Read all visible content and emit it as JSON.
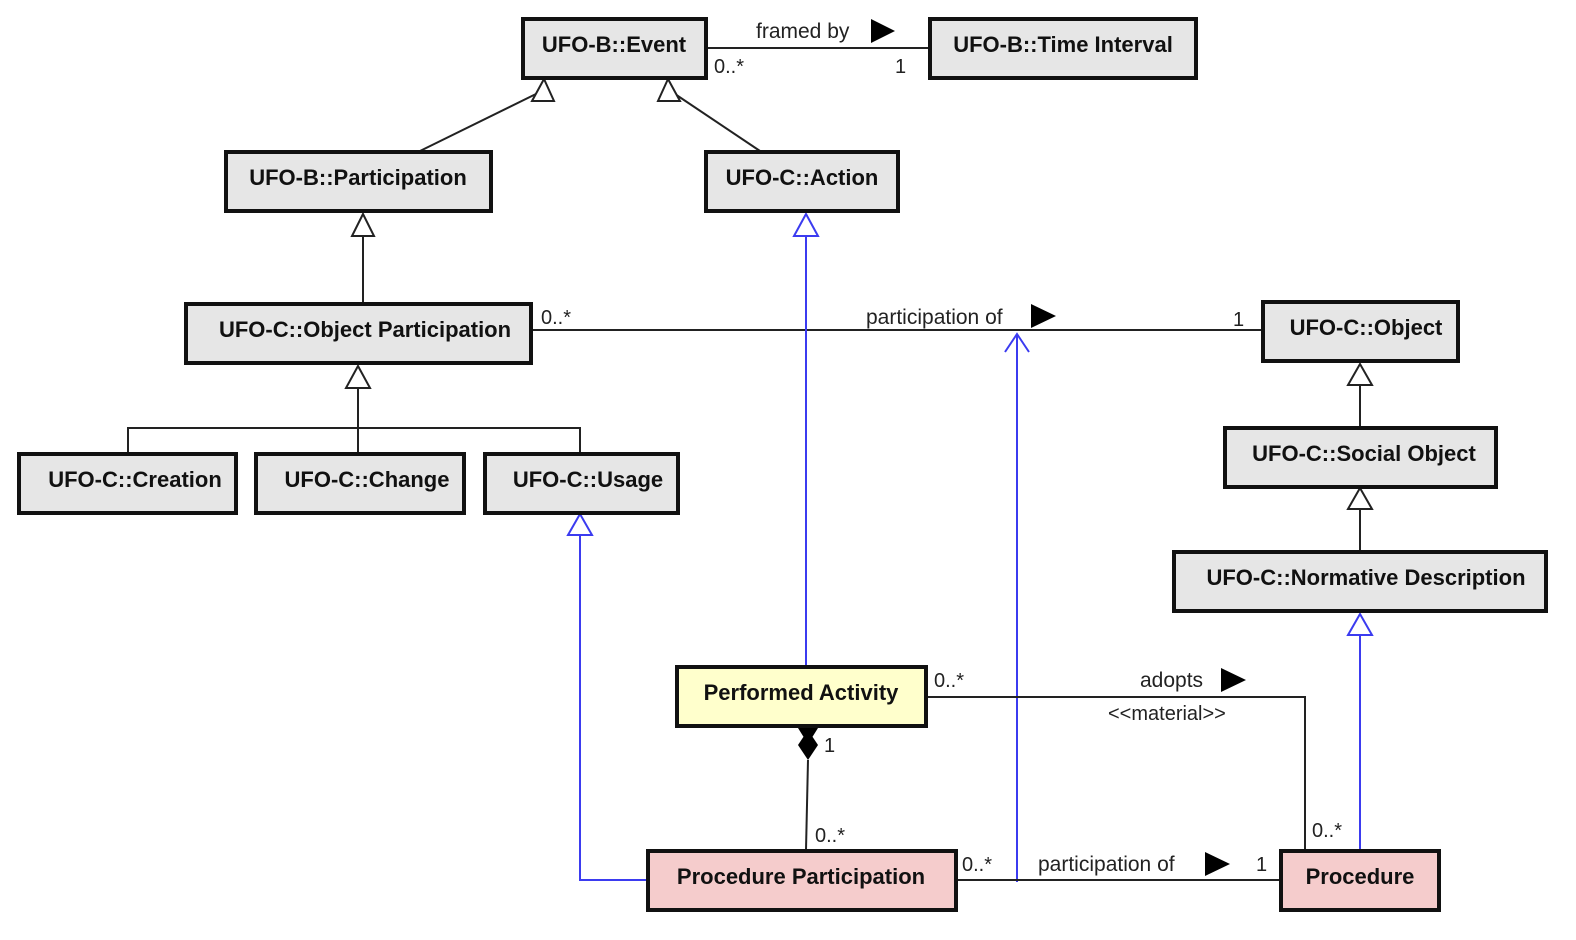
{
  "classes": {
    "event": "UFO-B::Event",
    "time_interval": "UFO-B::Time Interval",
    "participation": "UFO-B::Participation",
    "action": "UFO-C::Action",
    "object_participation": "UFO-C::Object Participation",
    "object": "UFO-C::Object",
    "creation": "UFO-C::Creation",
    "change": "UFO-C::Change",
    "usage": "UFO-C::Usage",
    "social_object": "UFO-C::Social Object",
    "normative_description": "UFO-C::Normative Description",
    "performed_activity": "Performed Activity",
    "procedure_participation": "Procedure Participation",
    "procedure": "Procedure"
  },
  "associations": {
    "framed_by": {
      "label": "framed by",
      "source_mult": "0..*",
      "target_mult": "1"
    },
    "object_participation_of": {
      "label": "participation of",
      "source_mult": "0..*",
      "target_mult": "1"
    },
    "adopts": {
      "label": "adopts",
      "stereotype": "<<material>>",
      "source_mult": "0..*",
      "target_mult": "0..*"
    },
    "composition": {
      "whole_mult": "1",
      "part_mult": "0..*"
    },
    "procedure_participation_of": {
      "label": "participation of",
      "source_mult": "0..*",
      "target_mult": "1"
    }
  },
  "colors": {
    "class_fill": "#e6e6e6",
    "highlight_fill": "#ffffcc",
    "procedure_fill": "#f5cccc",
    "generalization_blue": "#3b3bf0"
  }
}
